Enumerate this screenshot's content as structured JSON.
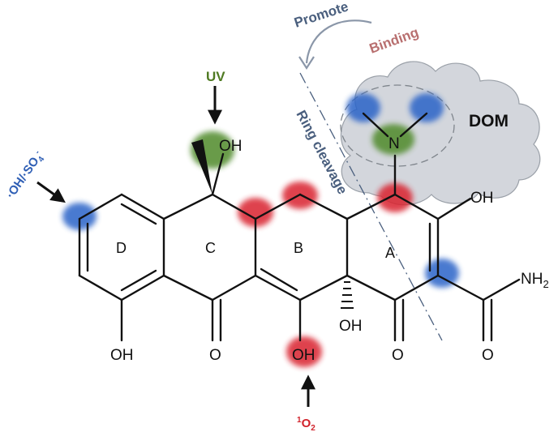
{
  "labels": {
    "promote": "Promote",
    "binding": "Binding",
    "ring_cleavage": "Ring cleavage",
    "dom": "DOM",
    "uv": "UV",
    "radicals": "·OH/·SO",
    "radicals_sup": "4",
    "radicals_sup2": "-",
    "singlet_oxygen_sup": "1",
    "singlet_oxygen": "O",
    "singlet_oxygen_sub": "2"
  },
  "rings": {
    "a": "A",
    "b": "B",
    "c": "C",
    "d": "D"
  },
  "atoms": {
    "oh_methyl": "OH",
    "oh_bottom_left": "OH",
    "o_ring_c": "O",
    "oh_ring_b": "OH",
    "oh_junction": "OH",
    "o_ring_a": "O",
    "o_amide": "O",
    "nh2": "NH",
    "nh2_sub": "2",
    "oh_enol": "OH",
    "n": "N"
  },
  "colors": {
    "red_site": "#d9232e",
    "blue_site": "#2c64c8",
    "green_site": "#4f8a2a",
    "promote_text": "#4a5f7e",
    "binding_text": "#b86f6f",
    "ring_cleavage_text": "#4a5f7e",
    "dom_cloud": "#d3d6dc",
    "uv_text": "#4f7a22",
    "radical_text": "#2f5fb5",
    "o2_text": "#d1222b"
  }
}
